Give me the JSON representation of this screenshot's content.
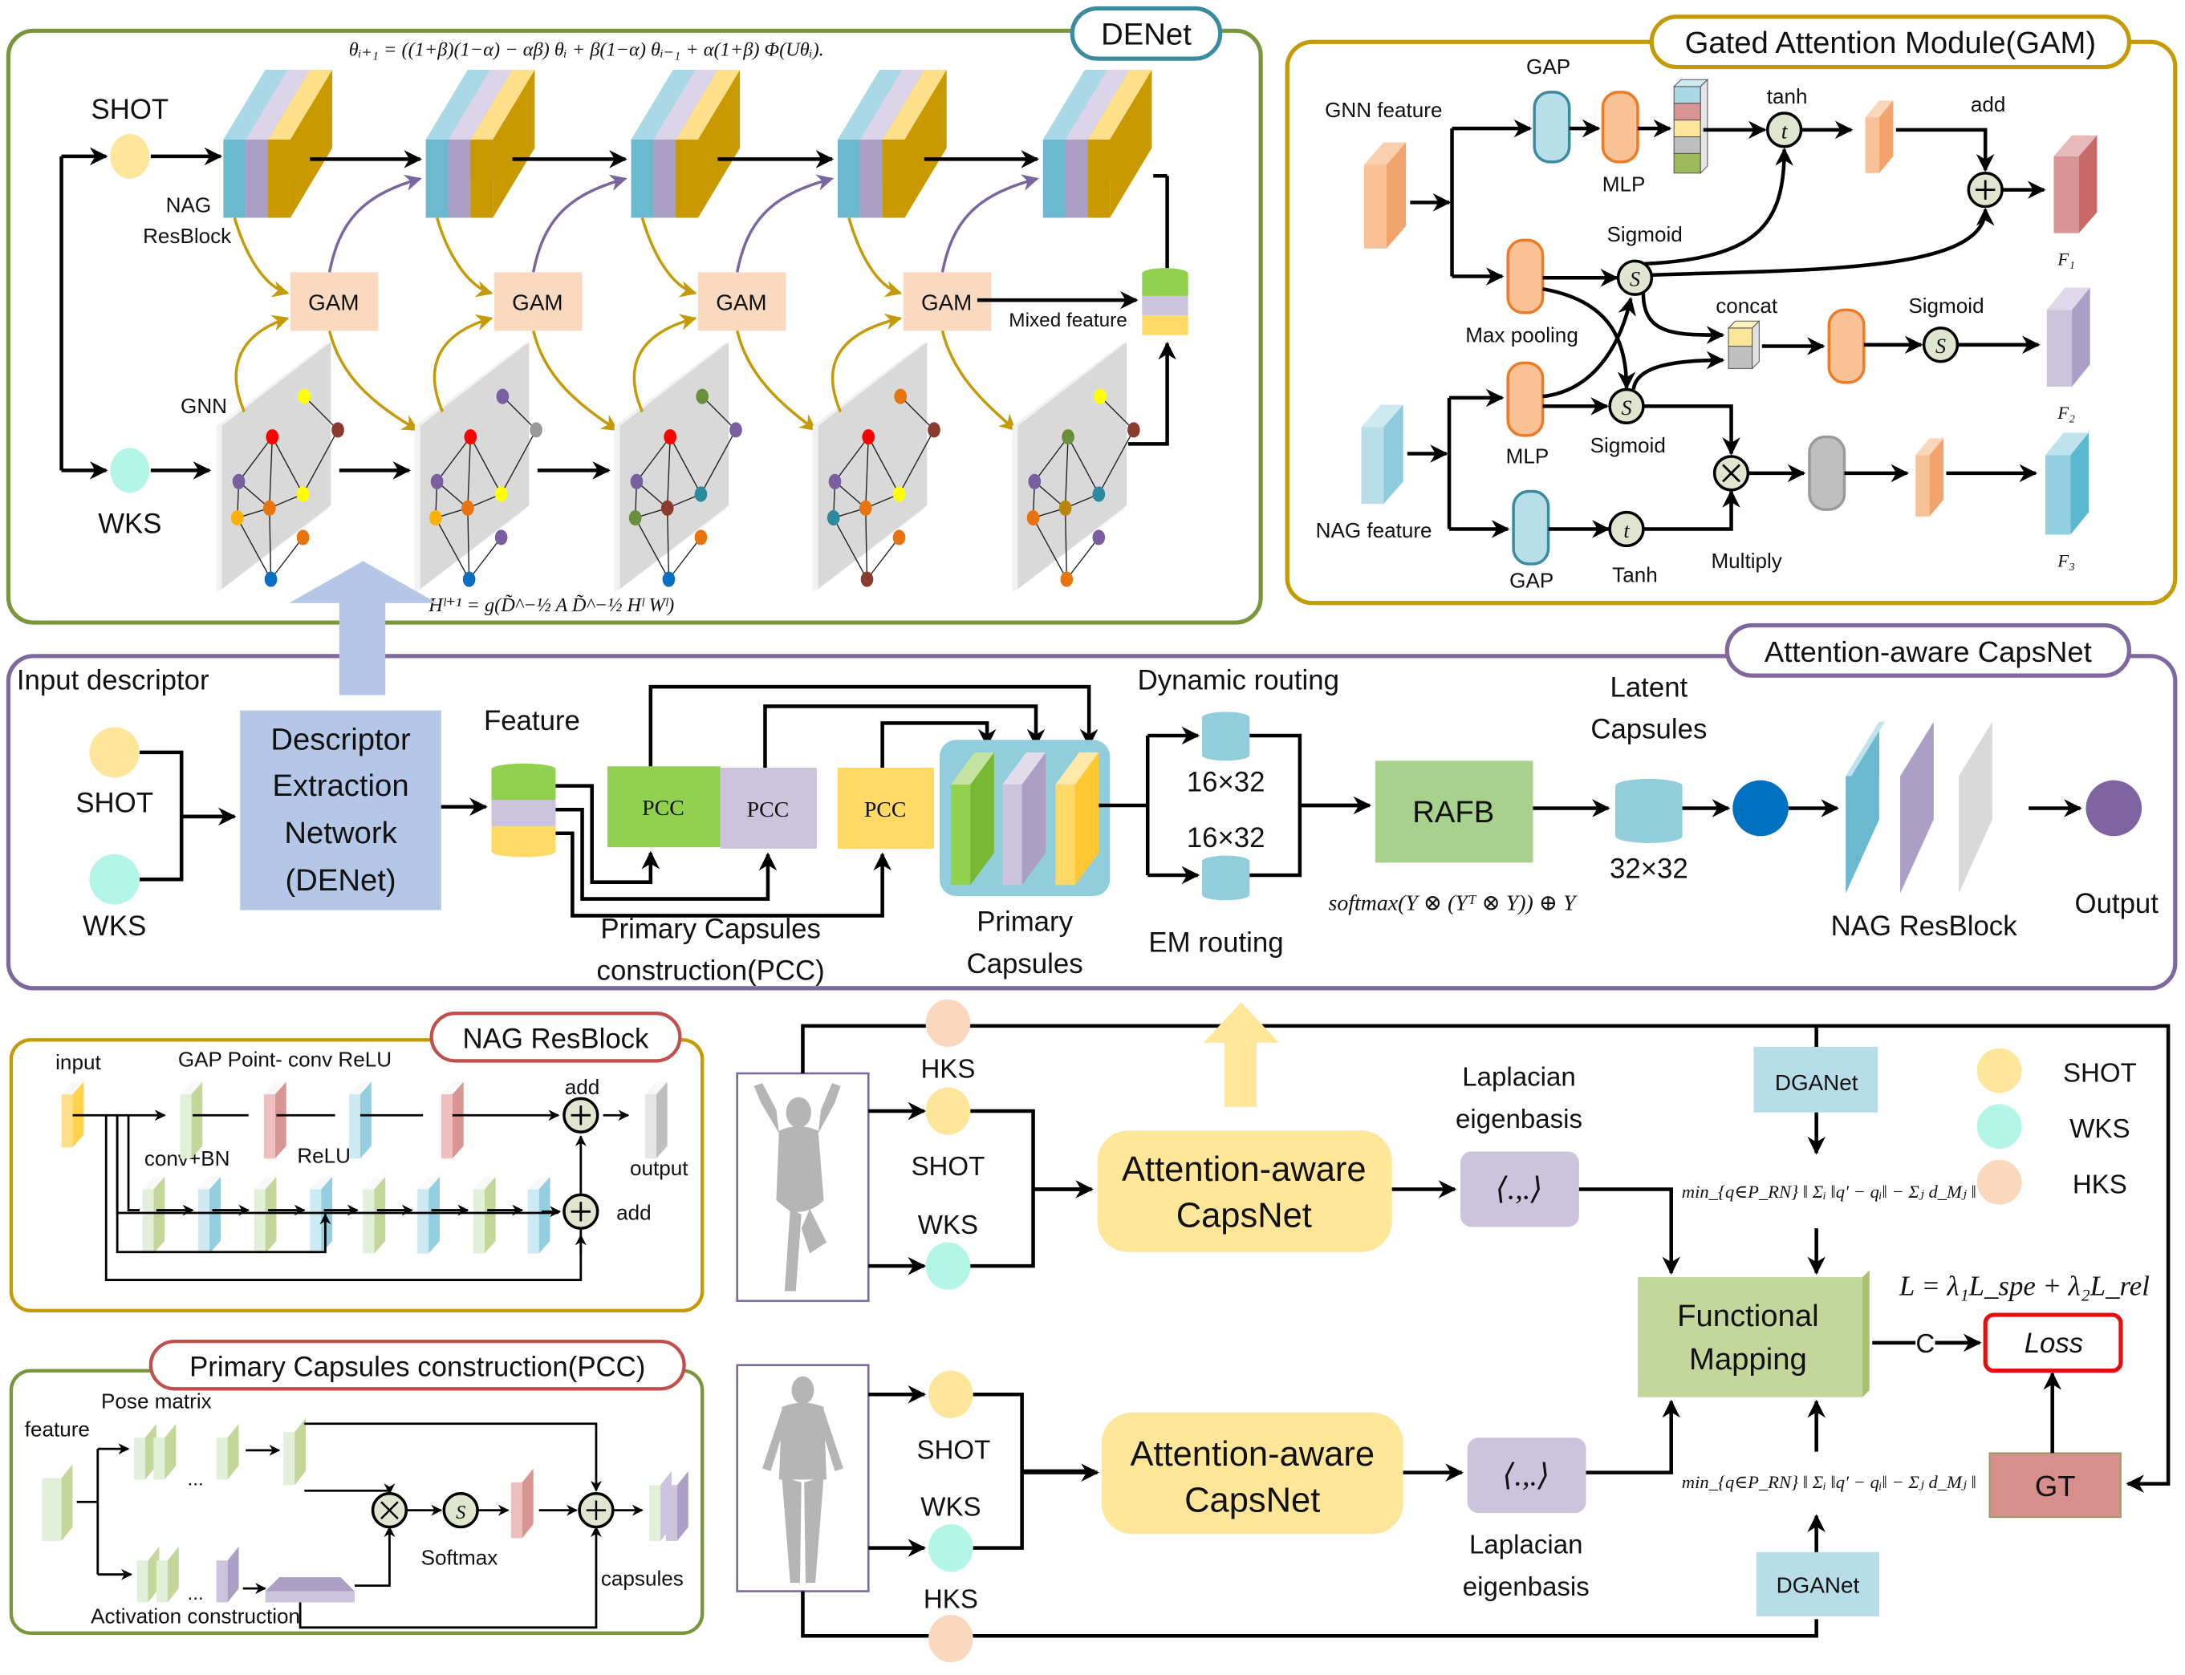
{
  "denet": {
    "title": "DENet",
    "formula_top": "θᵢ₊₁ = ((1+β)(1−α) − αβ) θᵢ + β(1−α) θᵢ₋₁ + α(1+β) Φ(Uθᵢ).",
    "formula_gnn": "Hˡ⁺¹ = g(D̃^−½ A D̃^−½ Hˡ Wˡ)",
    "shot": "SHOT",
    "wks": "WKS",
    "nag_label_1": "NAG",
    "nag_label_2": "ResBlock",
    "gnn_label": "GNN",
    "gam_label": "GAM",
    "mixed_feature": "Mixed feature",
    "gnn_node_colors": [
      [
        "#ffff00",
        "#8b3a2e",
        "#ff0000",
        "#7a5fa0",
        "#ffff00",
        "#e87410",
        "#ffb000",
        "#e87410",
        "#0a6fc0"
      ],
      [
        "#7a5fa0",
        "#999999",
        "#ff0000",
        "#7a5fa0",
        "#ffff00",
        "#e87410",
        "#ffb000",
        "#7a5fa0",
        "#0a6fc0"
      ],
      [
        "#6b8e3a",
        "#7a5fa0",
        "#ff0000",
        "#7a5fa0",
        "#2a8aa0",
        "#8b3a2e",
        "#6b8e3a",
        "#e87410",
        "#0a6fc0"
      ],
      [
        "#e87410",
        "#8b3a2e",
        "#ff0000",
        "#7a5fa0",
        "#ffff00",
        "#e87410",
        "#2a8aa0",
        "#e87410",
        "#8b3a2e"
      ],
      [
        "#ffff00",
        "#8b3a2e",
        "#6b8e3a",
        "#7a5fa0",
        "#2a8aa0",
        "#b8860b",
        "#e87410",
        "#7a5fa0",
        "#e87410"
      ]
    ]
  },
  "gam": {
    "title": "Gated Attention Module(GAM)",
    "gnn_feature": "GNN feature",
    "nag_feature": "NAG feature",
    "gap_top": "GAP",
    "mlp_top": "MLP",
    "tanh_top": "tanh",
    "add": "add",
    "sigmoid_1": "Sigmoid",
    "max_pooling": "Max pooling",
    "concat": "concat",
    "sigmoid_2": "Sigmoid",
    "mlp_bottom": "MLP",
    "sigmoid_3": "Sigmoid",
    "gap_bottom": "GAP",
    "tanh_bottom": "Tanh",
    "multiply": "Multiply",
    "t_glyph": "t",
    "s_glyph": "S",
    "f1": "F₁",
    "f2": "F₂",
    "f3": "F₃"
  },
  "capsnet": {
    "title": "Attention-aware CapsNet",
    "input_descriptor": "Input descriptor",
    "shot": "SHOT",
    "wks": "WKS",
    "denet_box": [
      "Descriptor",
      "Extraction",
      "Network",
      "(DENet)"
    ],
    "feature": "Feature",
    "pcc": "PCC",
    "pcc_caption_1": "Primary Capsules",
    "pcc_caption_2": "construction(PCC)",
    "primary_caps_1": "Primary",
    "primary_caps_2": "Capsules",
    "dynamic_routing": "Dynamic routing",
    "em_routing": "EM routing",
    "dim_top": "16×32",
    "dim_bottom": "16×32",
    "rafb": "RAFB",
    "softmax_formula": "softmax(Y ⊗ (Yᵀ ⊗ Y)) ⊕ Y",
    "latent_1": "Latent",
    "latent_2": "Capsules",
    "latent_dim": "32×32",
    "nag_resblock": "NAG ResBlock",
    "output": "Output"
  },
  "nag": {
    "title": "NAG ResBlock",
    "input": "input",
    "gap_pointconv_relu": "GAP Point- conv ReLU",
    "conv_bn": "conv+BN",
    "relu": "ReLU",
    "add_top": "add",
    "add_bottom": "add",
    "output": "output"
  },
  "pcc": {
    "title": "Primary Capsules construction(PCC)",
    "feature": "feature",
    "pose_matrix": "Pose matrix",
    "ellipsis": "...",
    "softmax": "Softmax",
    "capsules": "capsules",
    "activation": "Activation construction",
    "s_glyph": "S"
  },
  "pipeline": {
    "hks": "HKS",
    "shot": "SHOT",
    "wks": "WKS",
    "capsnet_1": "Attention-aware",
    "capsnet_2": "CapsNet",
    "laplacian_1": "Laplacian",
    "laplacian_2": "eigenbasis",
    "inner_product": "⟨.,.⟩",
    "dganet": "DGANet",
    "min_formula": "min_{q∈P_RN} ‖ Σᵢ ‖q′ − qᵢ‖ − Σⱼ d_Mⱼ ‖",
    "functional_1": "Functional",
    "functional_2": "Mapping",
    "c": "C",
    "loss": "Loss",
    "loss_formula": "L = λ₁L_spe + λ₂L_rel",
    "gt": "GT"
  },
  "legend": [
    {
      "label": "SHOT",
      "color": "#fde59a"
    },
    {
      "label": "WKS",
      "color": "#b3f5e6"
    },
    {
      "label": "HKS",
      "color": "#f9d8bd"
    }
  ],
  "colors": {
    "shot": "#fde59a",
    "wks": "#b3f5e6",
    "hks": "#f9d8bd",
    "denet_border": "#78963c",
    "gam_border": "#c49a05",
    "capsnet_border": "#7f67a0",
    "loss_border": "#e01010",
    "gt": "#d78f8c"
  }
}
